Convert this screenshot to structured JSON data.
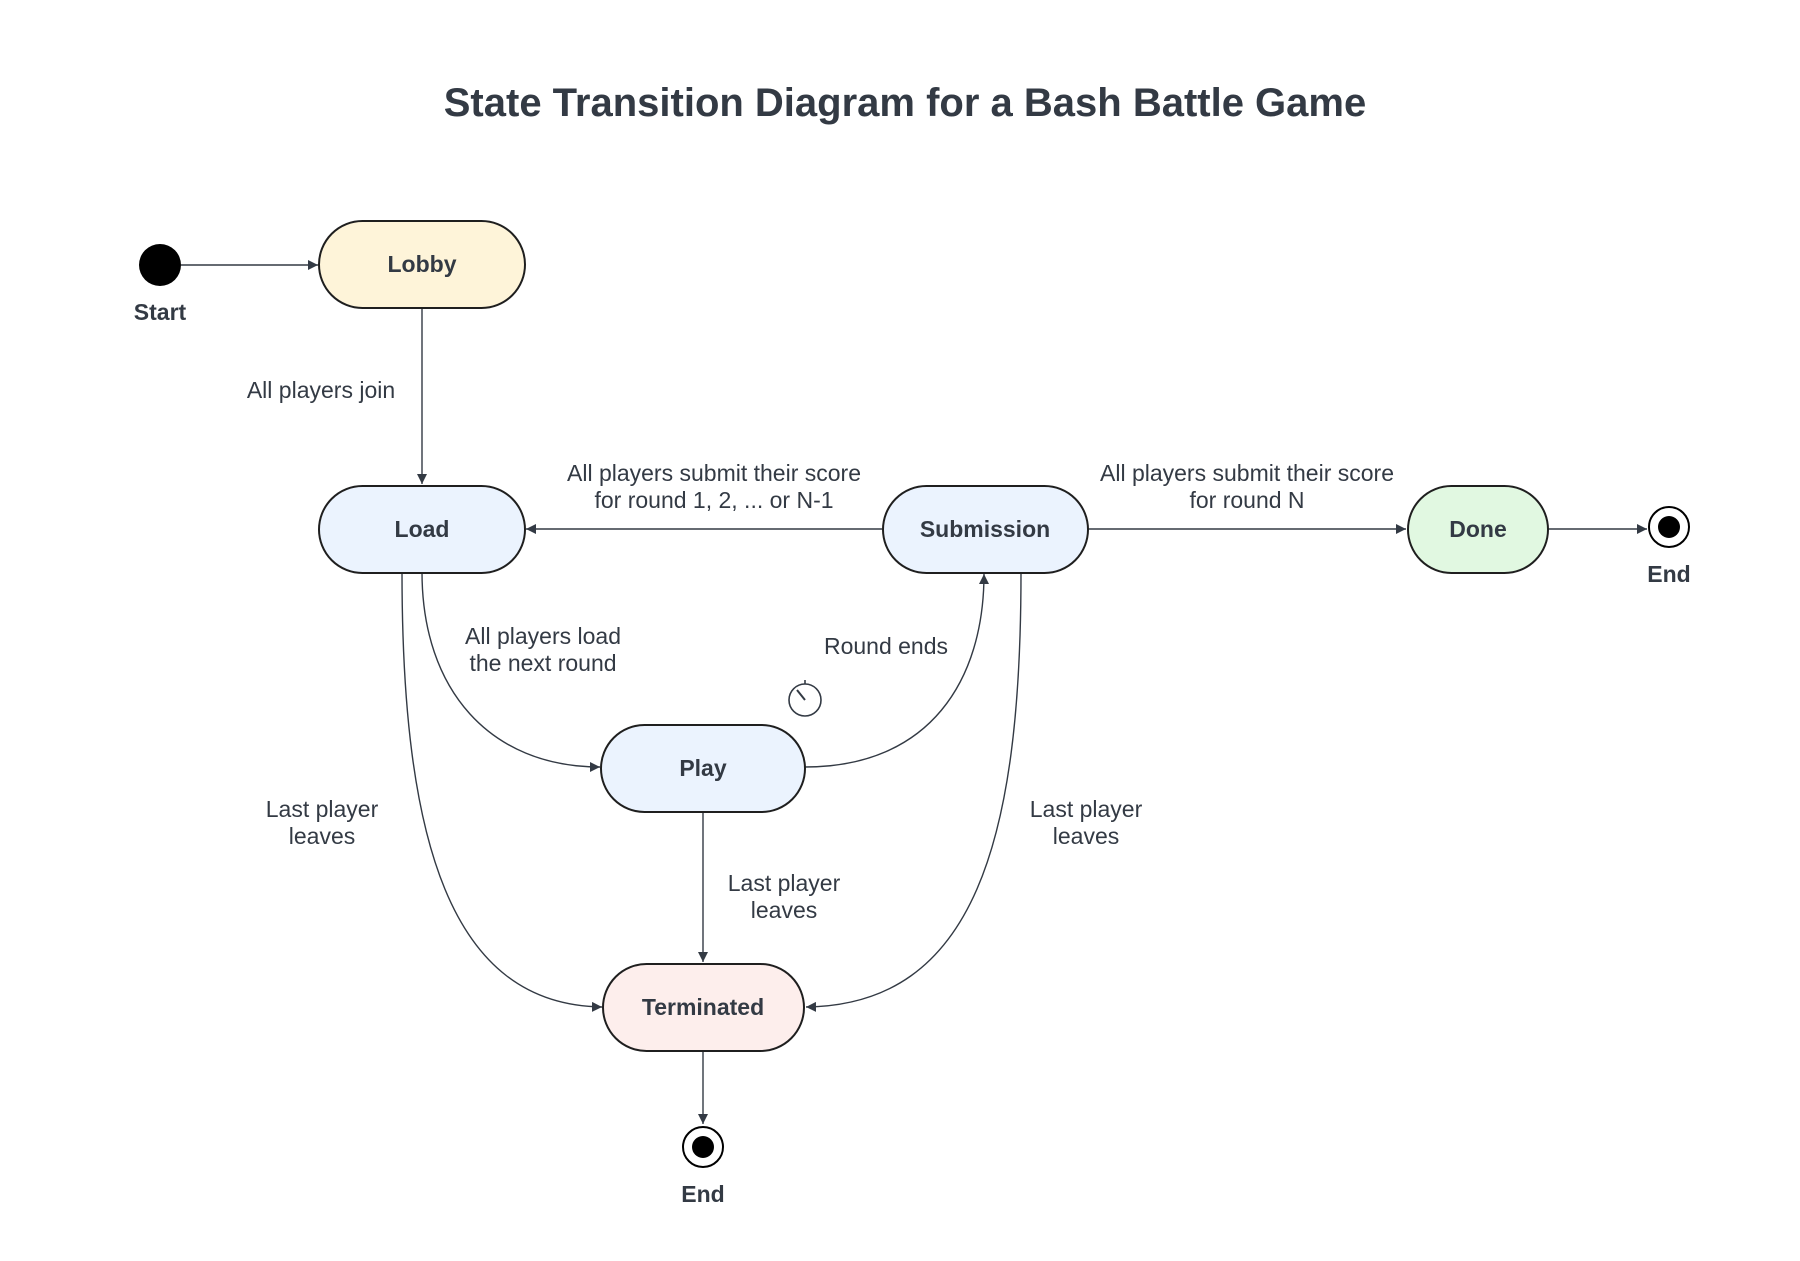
{
  "title": "State Transition Diagram for a Bash Battle Game",
  "colors": {
    "stroke": "#1f1f1f",
    "text": "#333a44",
    "lobby_fill": "#fef4d9",
    "active_fill": "#ebf3fe",
    "done_fill": "#e1f8e1",
    "terminated_fill": "#fdeeec"
  },
  "states": {
    "lobby": "Lobby",
    "load": "Load",
    "submission": "Submission",
    "done": "Done",
    "play": "Play",
    "terminated": "Terminated"
  },
  "pseudo": {
    "start": "Start",
    "end_right": "End",
    "end_bottom": "End"
  },
  "transitions": {
    "lobby_to_load": "All players join",
    "submission_to_load": [
      "All players submit their score",
      "for round 1, 2, ... or N-1"
    ],
    "submission_to_done": [
      "All players submit their score",
      "for round N"
    ],
    "load_to_play": [
      "All players load",
      "the next round"
    ],
    "play_to_submission": "Round ends",
    "load_to_terminated": [
      "Last player",
      "leaves"
    ],
    "play_to_terminated": [
      "Last player",
      "leaves"
    ],
    "submission_to_terminated": [
      "Last player",
      "leaves"
    ]
  },
  "icons": {
    "timer": "timer-icon"
  }
}
